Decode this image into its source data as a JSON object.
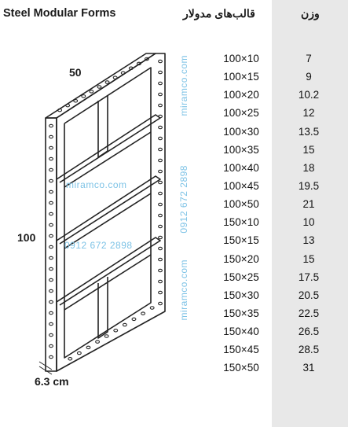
{
  "title": "Steel Modular Forms",
  "headers": {
    "size": "قالب‌های مدولار",
    "weight": "وزن"
  },
  "dimensions": {
    "top": "50",
    "height": "100",
    "thickness": "6.3 cm"
  },
  "watermarks": {
    "site": "miramco.com",
    "phone": "0912 672 2898"
  },
  "colors": {
    "weight_column_bg": "#e8e8e8",
    "watermark": "#7ec3e6"
  },
  "rows": [
    {
      "size": "100×10",
      "weight": "7"
    },
    {
      "size": "100×15",
      "weight": "9"
    },
    {
      "size": "100×20",
      "weight": "10.2"
    },
    {
      "size": "100×25",
      "weight": "12"
    },
    {
      "size": "100×30",
      "weight": "13.5"
    },
    {
      "size": "100×35",
      "weight": "15"
    },
    {
      "size": "100×40",
      "weight": "18"
    },
    {
      "size": "100×45",
      "weight": "19.5"
    },
    {
      "size": "100×50",
      "weight": "21"
    },
    {
      "size": "150×10",
      "weight": "10"
    },
    {
      "size": "150×15",
      "weight": "13"
    },
    {
      "size": "150×20",
      "weight": "15"
    },
    {
      "size": "150×25",
      "weight": "17.5"
    },
    {
      "size": "150×30",
      "weight": "20.5"
    },
    {
      "size": "150×35",
      "weight": "22.5"
    },
    {
      "size": "150×40",
      "weight": "26.5"
    },
    {
      "size": "150×45",
      "weight": "28.5"
    },
    {
      "size": "150×50",
      "weight": "31"
    }
  ]
}
